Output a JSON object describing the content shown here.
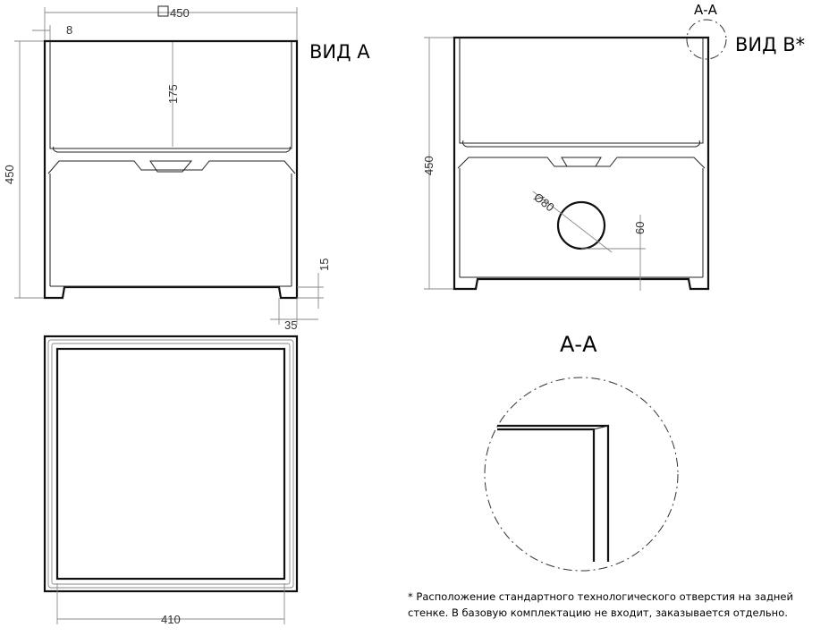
{
  "labels": {
    "view_a": "ВИД А",
    "view_b": "ВИД В*",
    "section_mark": "А-А",
    "section_title": "А-А"
  },
  "dimensions": {
    "top_width": "450",
    "wall": "8",
    "depth": "175",
    "height_left": "450",
    "base_height": "15",
    "base_offset": "35",
    "height_right": "450",
    "hole_diameter": "Ø80",
    "hole_height": "60",
    "inner_width": "410"
  },
  "note": {
    "line1": "* Расположение стандартного технологического отверстия на задней",
    "line2": "стенке. В базовую комплектацию не входит, заказывается отдельно."
  }
}
